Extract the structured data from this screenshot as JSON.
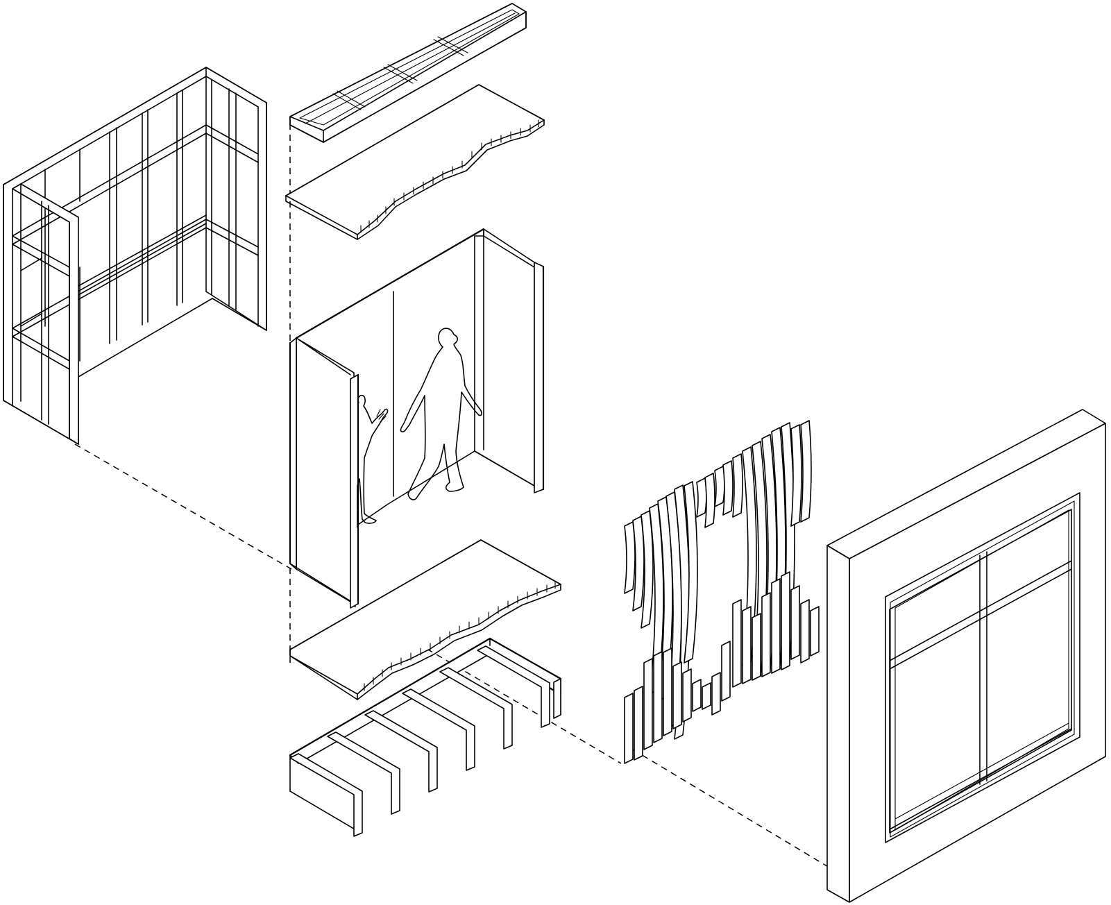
{
  "diagram": {
    "style": "exploded axonometric line drawing",
    "background_color": "#ffffff",
    "line_color": "#000000",
    "components": [
      {
        "id": "shelving-frame",
        "icon": "l-shaped-shelf-frame-icon"
      },
      {
        "id": "ceiling-grid-tray",
        "icon": "grid-tray-icon"
      },
      {
        "id": "upper-wavy-panel",
        "icon": "wavy-edge-panel-icon"
      },
      {
        "id": "doorway-enclosure",
        "icon": "doorway-enclosure-icon"
      },
      {
        "id": "human-figures",
        "icon": "person-silhouette-icon"
      },
      {
        "id": "lower-wavy-panel",
        "icon": "wavy-edge-panel-icon"
      },
      {
        "id": "base-box-dividers",
        "icon": "box-dividers-icon"
      },
      {
        "id": "fin-screen",
        "icon": "vertical-fins-icon"
      },
      {
        "id": "window-frame",
        "icon": "window-icon"
      }
    ]
  }
}
